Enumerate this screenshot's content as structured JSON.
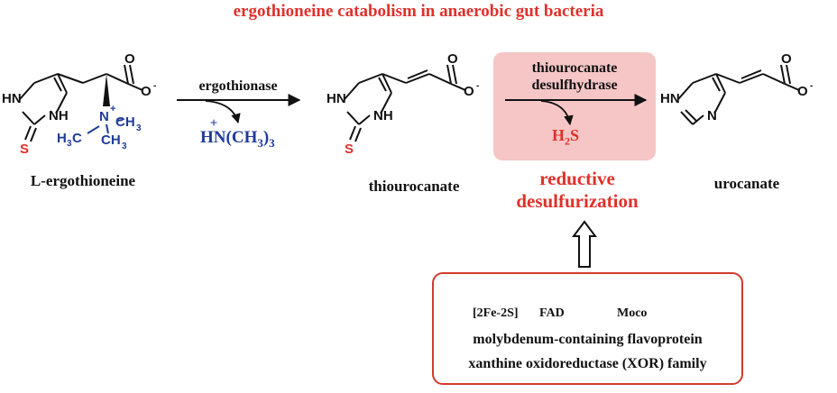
{
  "title": "ergothioneine catabolism in anaerobic gut bacteria",
  "compounds": {
    "ergothioneine": "L-ergothioneine",
    "thiourocanate": "thiourocanate",
    "urocanate": "urocanate"
  },
  "step1": {
    "enzyme": "ergothionase",
    "byproduct": "HN(CH3)3"
  },
  "step2": {
    "enzyme_line1": "thiourocanate",
    "enzyme_line2": "desulfhydrase",
    "byproduct": "H2S"
  },
  "process": {
    "line1": "reductive",
    "line2": "desulfurization"
  },
  "gene_cluster": {
    "domains": [
      "[2Fe-2S]",
      "FAD",
      "Moco"
    ],
    "description_line1": "molybdenum-containing flavoprotein",
    "description_line2": "xanthine oxidoreductase (XOR) family"
  },
  "colors": {
    "title_red": "#e0312b",
    "blue_groups": "#1f3b9a",
    "sulfur_red": "#e0312b",
    "pink_box": "#f6c6c6",
    "fe_s_domain": "#a32a22",
    "fad_domain": "#a24bb0",
    "moco_domain": "#e0342b"
  }
}
